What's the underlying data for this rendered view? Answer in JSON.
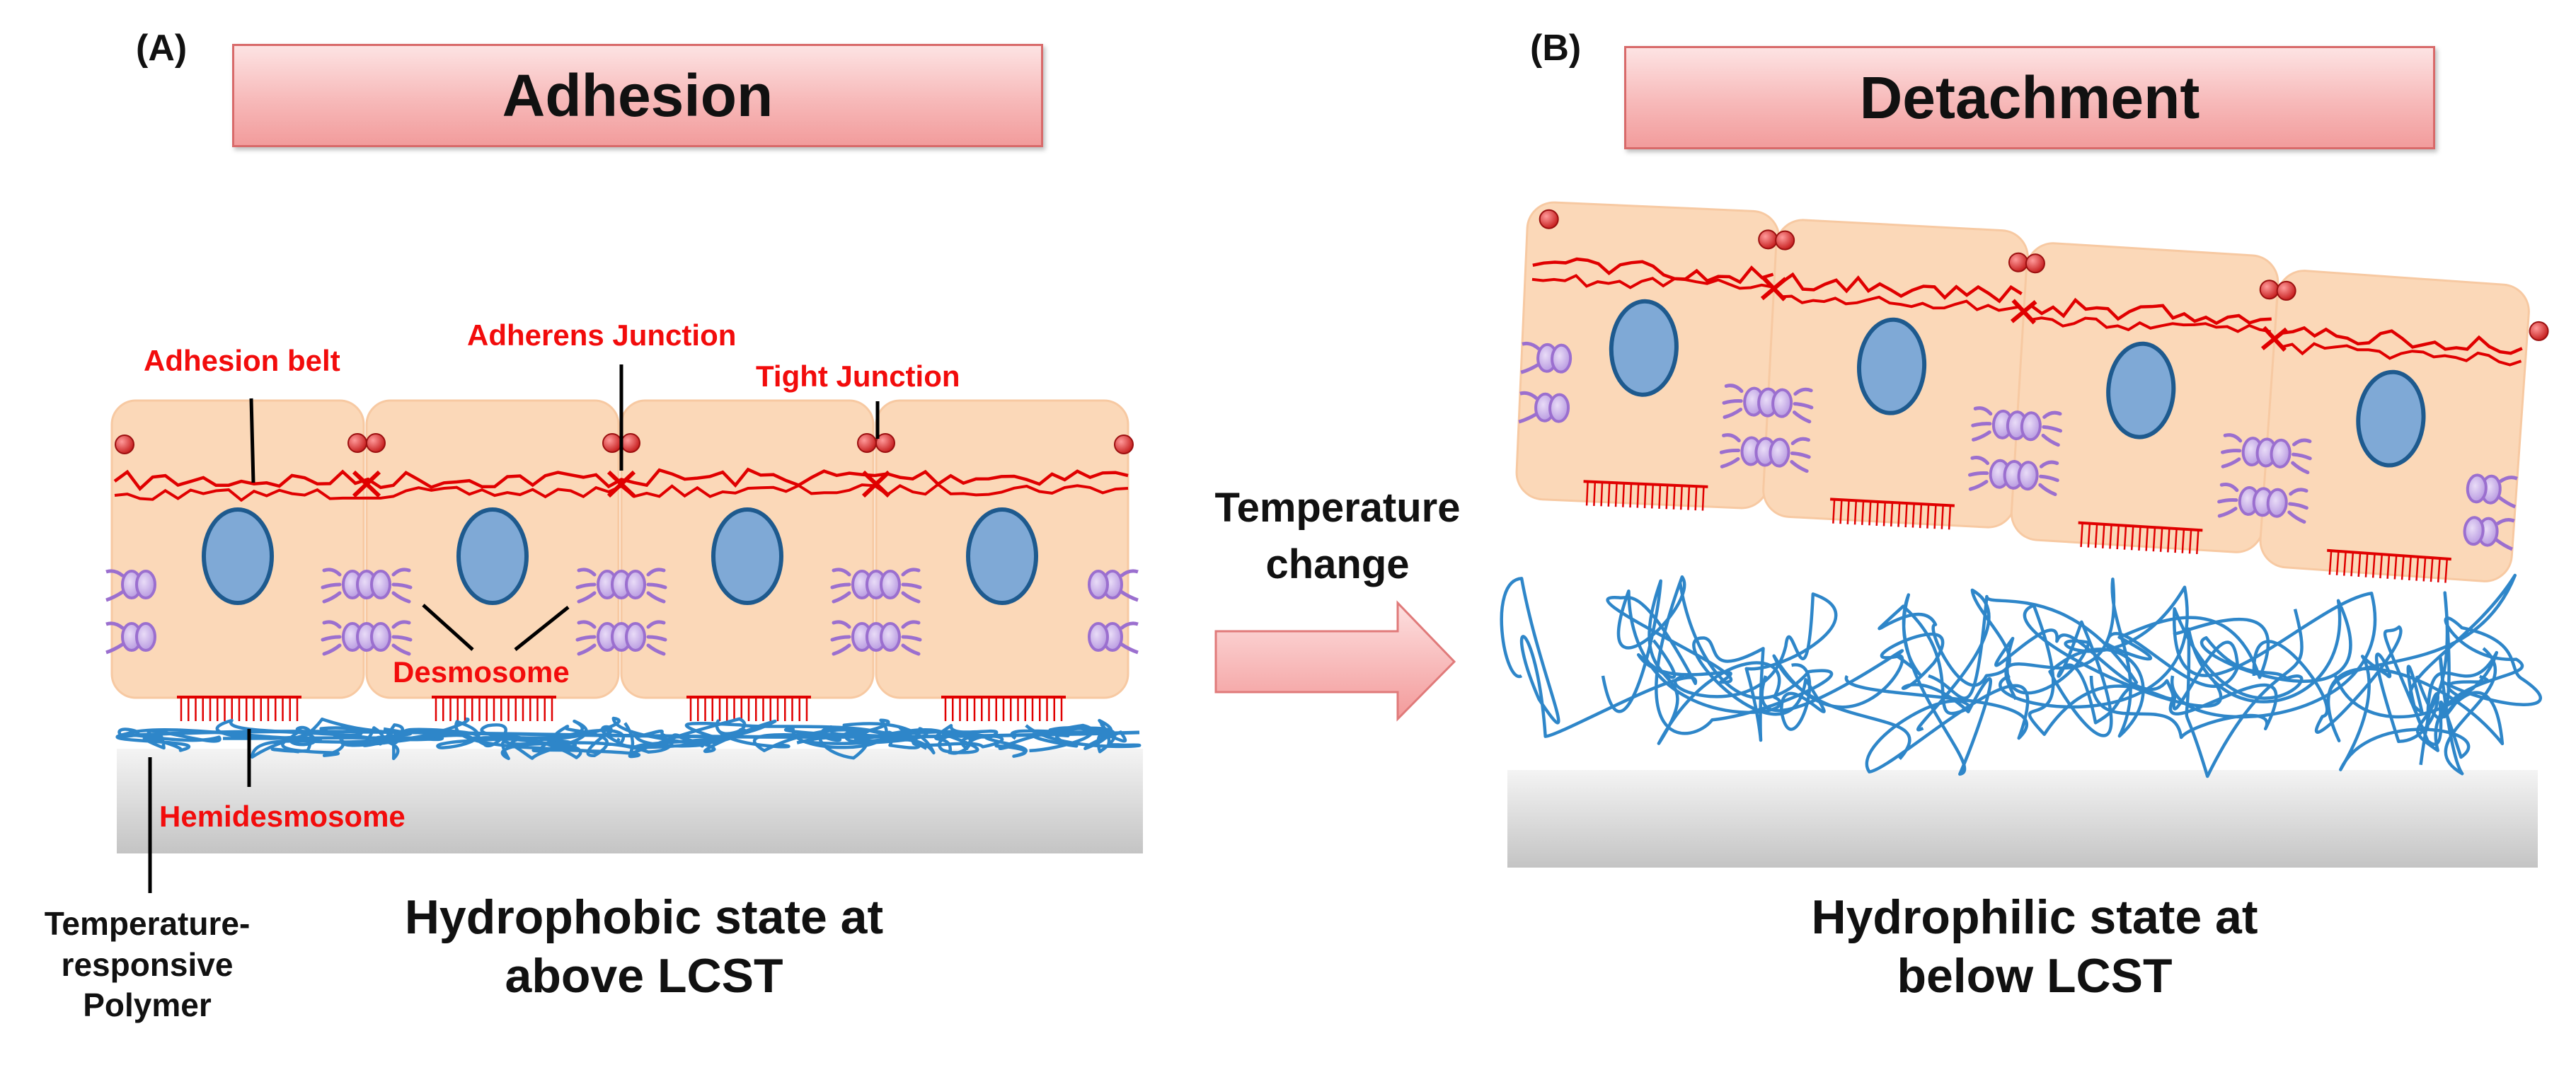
{
  "panels": {
    "a": {
      "letter": "(A)",
      "title": "Adhesion",
      "caption_line1": "Hydrophobic state at",
      "caption_line2": "above LCST"
    },
    "b": {
      "letter": "(B)",
      "title": "Detachment",
      "caption_line1": "Hydrophilic state at",
      "caption_line2": "below LCST"
    }
  },
  "labels": {
    "adhesion_belt": "Adhesion belt",
    "adherens_junction": "Adherens Junction",
    "tight_junction": "Tight Junction",
    "desmosome": "Desmosome",
    "hemidesmosome": "Hemidesmosome",
    "polymer_line1": "Temperature-",
    "polymer_line2": "responsive",
    "polymer_line3": "Polymer"
  },
  "arrow": {
    "line1": "Temperature",
    "line2": "change"
  },
  "colors": {
    "cell_fill": "#fbd8b8",
    "nucleus": "#7fa9d6",
    "nucleus_stroke": "#1e5a8e",
    "actin": "#e00000",
    "junction_ball": "#d83030",
    "desmosome": "#9b6fcf",
    "polymer": "#2e86c9",
    "substrate_top": "#f2f2f2",
    "substrate_bottom": "#c8c8c8",
    "label_red": "#f20c0c",
    "arrow_fill": "#f7a9a9"
  }
}
